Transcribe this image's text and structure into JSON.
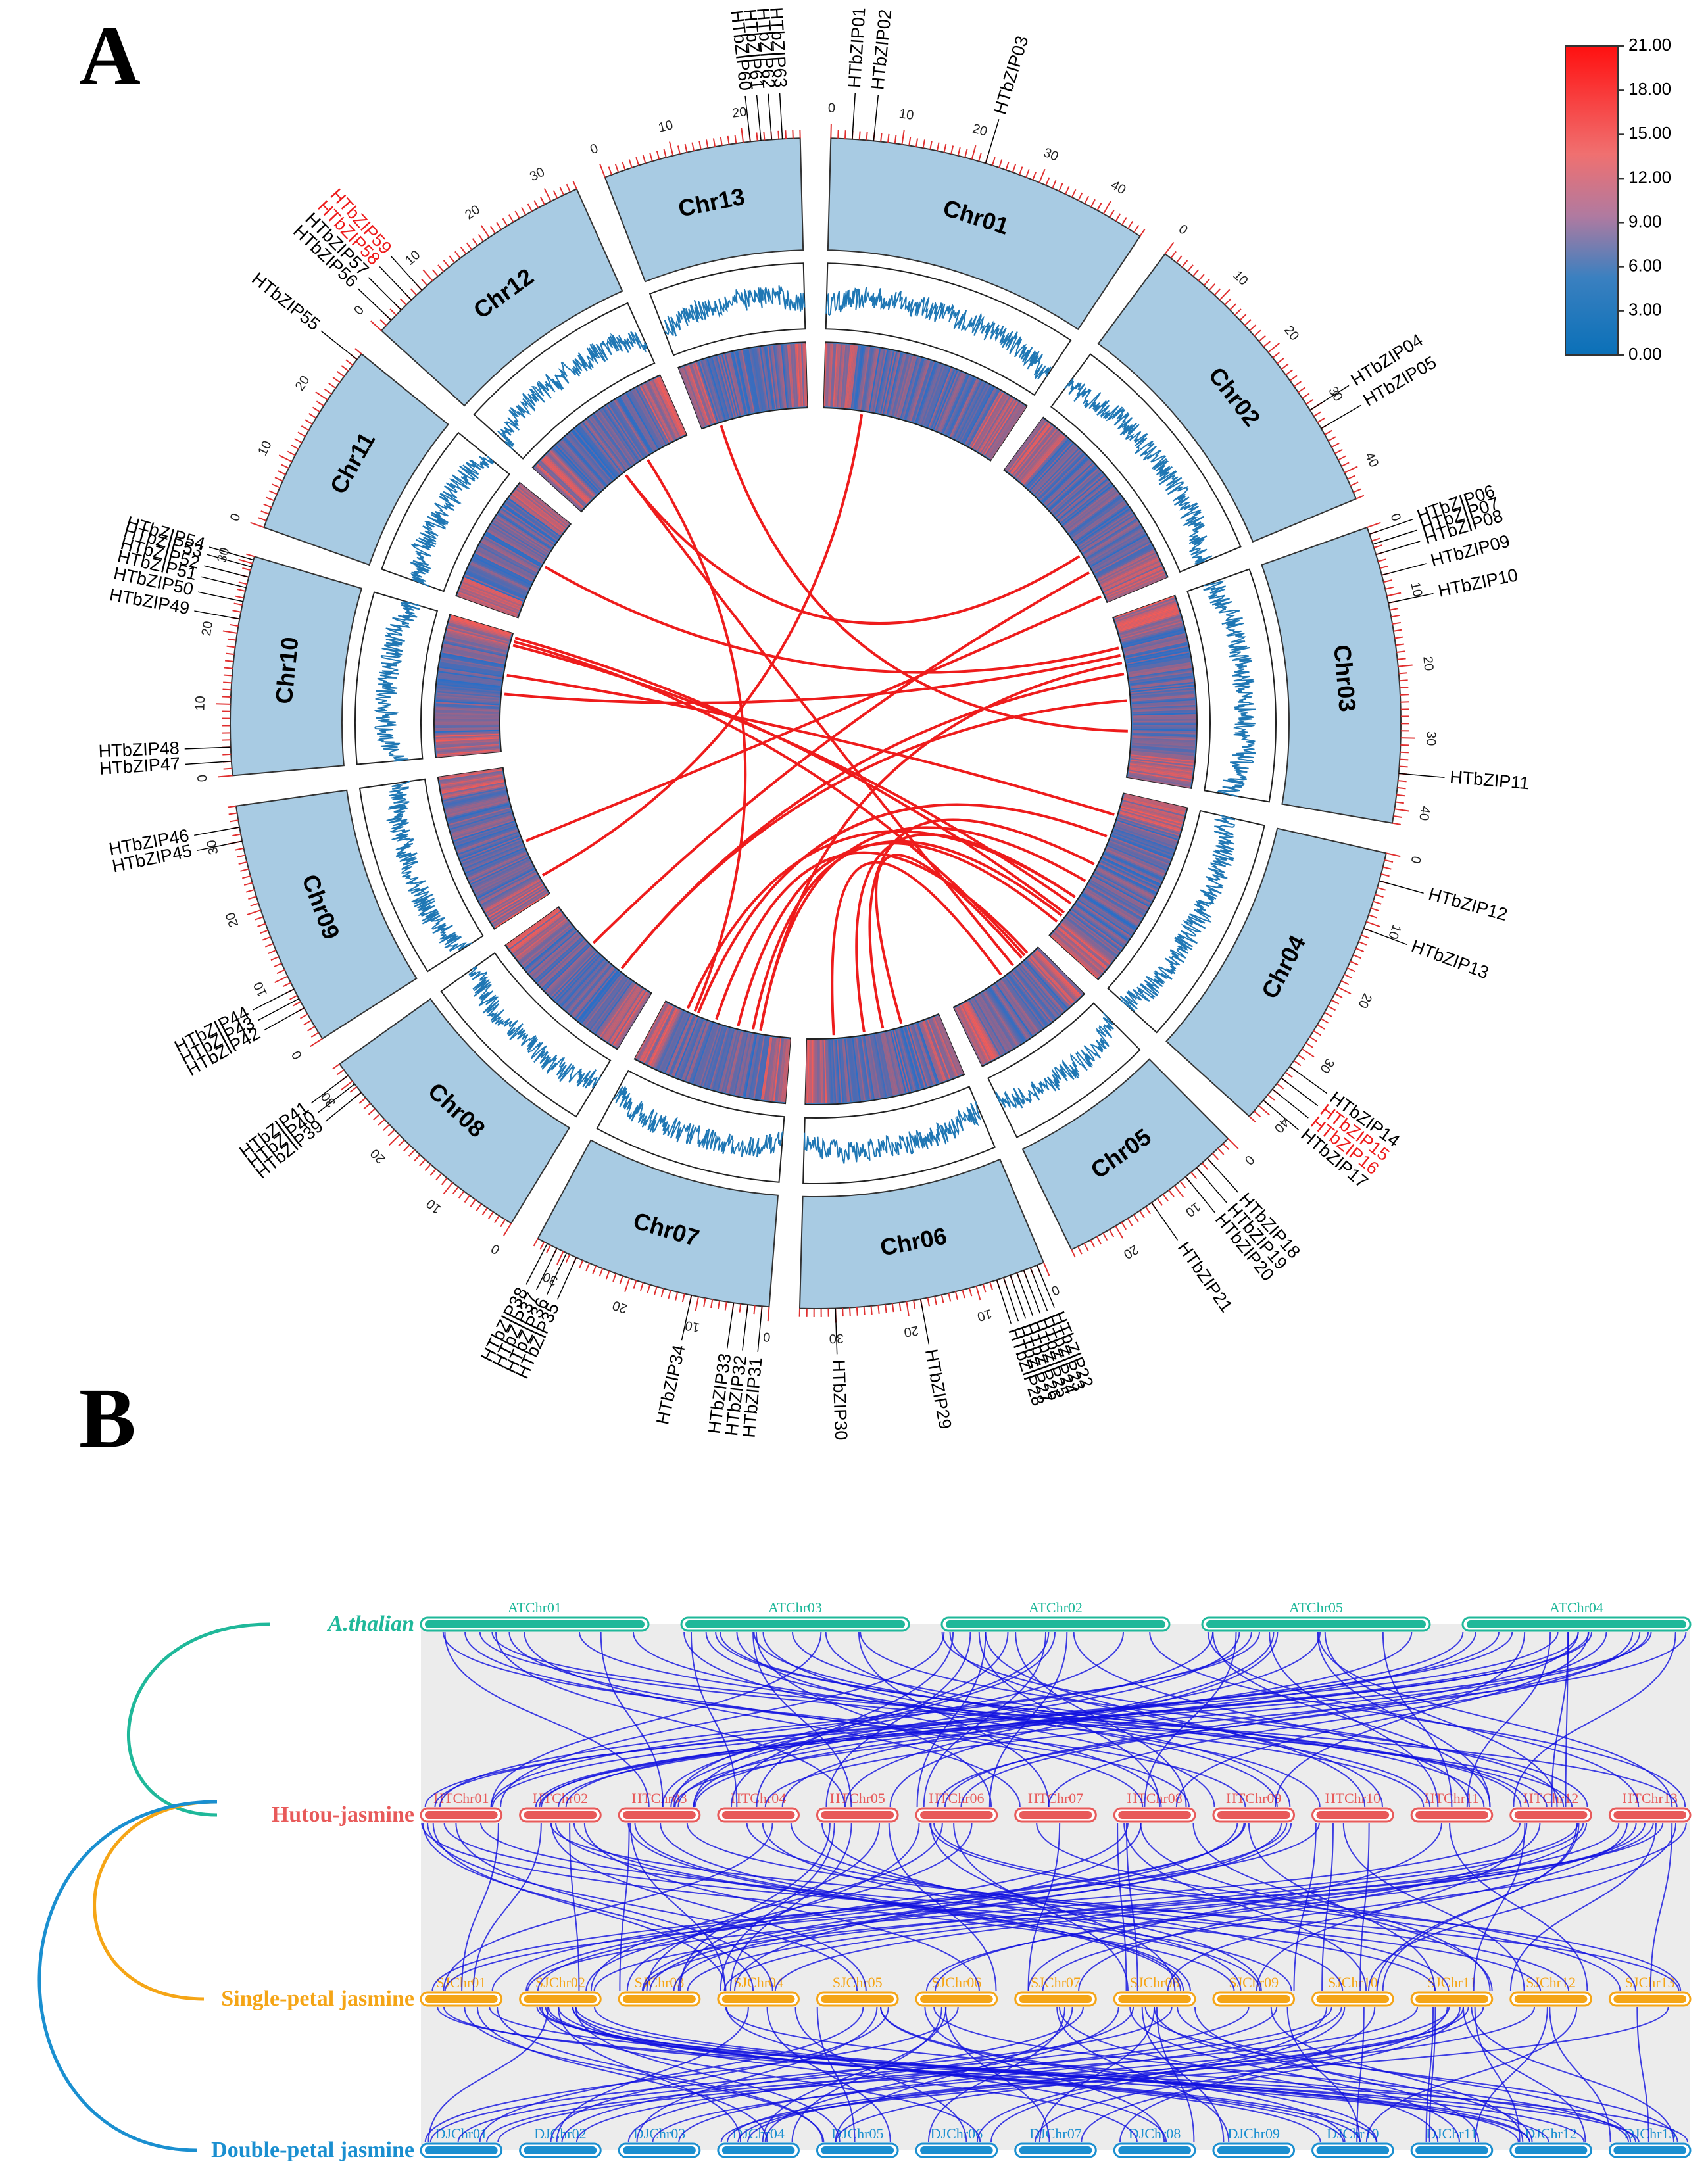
{
  "panels": {
    "a_label": "A",
    "b_label": "B"
  },
  "colors": {
    "chromosome_fill": "#a8cbe3",
    "chromosome_stroke": "#333333",
    "density_line": "#1f77b4",
    "link_red": "#ee1c1c",
    "tick_red": "#e03030",
    "synteny_blue": "#1010e0",
    "synteny_gray": "#d8d8d8",
    "at_color": "#1fb89a",
    "ht_color": "#e85a5a",
    "sj_color": "#f5a516",
    "dj_color": "#1a8fd0"
  },
  "legend": {
    "ticks": [
      "21.00",
      "18.00",
      "15.00",
      "12.00",
      "9.00",
      "6.00",
      "3.00",
      "0.00"
    ],
    "max": 21,
    "min": 0
  },
  "circos": {
    "chromosomes": [
      {
        "name": "Chr01",
        "length": 46,
        "ticks": [
          "0",
          "10",
          "20",
          "30",
          "40"
        ]
      },
      {
        "name": "Chr02",
        "length": 44,
        "ticks": [
          "0",
          "10",
          "20",
          "30",
          "40"
        ]
      },
      {
        "name": "Chr03",
        "length": 42,
        "ticks": [
          "0",
          "10",
          "20",
          "30",
          "40"
        ]
      },
      {
        "name": "Chr04",
        "length": 42,
        "ticks": [
          "0",
          "10",
          "20",
          "30",
          "40"
        ]
      },
      {
        "name": "Chr05",
        "length": 27,
        "ticks": [
          "0",
          "10",
          "20"
        ]
      },
      {
        "name": "Chr06",
        "length": 35,
        "ticks": [
          "0",
          "10",
          "20",
          "30"
        ]
      },
      {
        "name": "Chr07",
        "length": 34,
        "ticks": [
          "0",
          "10",
          "20",
          "30"
        ]
      },
      {
        "name": "Chr08",
        "length": 33,
        "ticks": [
          "0",
          "10",
          "20",
          "30"
        ]
      },
      {
        "name": "Chr09",
        "length": 35,
        "ticks": [
          "0",
          "10",
          "20",
          "30"
        ]
      },
      {
        "name": "Chr10",
        "length": 31,
        "ticks": [
          "0",
          "10",
          "20",
          "30"
        ]
      },
      {
        "name": "Chr11",
        "length": 28,
        "ticks": [
          "0",
          "10",
          "20"
        ]
      },
      {
        "name": "Chr12",
        "length": 34,
        "ticks": [
          "0",
          "10",
          "20",
          "30"
        ]
      },
      {
        "name": "Chr13",
        "length": 28,
        "ticks": [
          "0",
          "10",
          "20"
        ]
      }
    ],
    "genes": [
      {
        "id": "HTbZIP01",
        "chr": 0,
        "pos": 3,
        "highlight": false
      },
      {
        "id": "HTbZIP02",
        "chr": 0,
        "pos": 6,
        "highlight": false
      },
      {
        "id": "HTbZIP03",
        "chr": 0,
        "pos": 22,
        "highlight": false
      },
      {
        "id": "HTbZIP04",
        "chr": 1,
        "pos": 30,
        "highlight": false
      },
      {
        "id": "HTbZIP05",
        "chr": 1,
        "pos": 33,
        "highlight": false
      },
      {
        "id": "HTbZIP06",
        "chr": 2,
        "pos": 1,
        "highlight": false
      },
      {
        "id": "HTbZIP07",
        "chr": 2,
        "pos": 2.5,
        "highlight": false
      },
      {
        "id": "HTbZIP08",
        "chr": 2,
        "pos": 4,
        "highlight": false
      },
      {
        "id": "HTbZIP09",
        "chr": 2,
        "pos": 7,
        "highlight": false
      },
      {
        "id": "HTbZIP10",
        "chr": 2,
        "pos": 11,
        "highlight": false
      },
      {
        "id": "HTbZIP11",
        "chr": 2,
        "pos": 35,
        "highlight": false
      },
      {
        "id": "HTbZIP12",
        "chr": 3,
        "pos": 4,
        "highlight": false
      },
      {
        "id": "HTbZIP13",
        "chr": 3,
        "pos": 11,
        "highlight": false
      },
      {
        "id": "HTbZIP14",
        "chr": 3,
        "pos": 33,
        "highlight": false
      },
      {
        "id": "HTbZIP15",
        "chr": 3,
        "pos": 35,
        "highlight": true
      },
      {
        "id": "HTbZIP16",
        "chr": 3,
        "pos": 37,
        "highlight": true
      },
      {
        "id": "HTbZIP17",
        "chr": 3,
        "pos": 39,
        "highlight": false
      },
      {
        "id": "HTbZIP18",
        "chr": 4,
        "pos": 4,
        "highlight": false
      },
      {
        "id": "HTbZIP19",
        "chr": 4,
        "pos": 6,
        "highlight": false
      },
      {
        "id": "HTbZIP20",
        "chr": 4,
        "pos": 8,
        "highlight": false
      },
      {
        "id": "HTbZIP21",
        "chr": 4,
        "pos": 14,
        "highlight": false
      },
      {
        "id": "HTbZIP22",
        "chr": 5,
        "pos": 1,
        "highlight": false
      },
      {
        "id": "HTbZIP23",
        "chr": 5,
        "pos": 2,
        "highlight": false
      },
      {
        "id": "HTbZIP24",
        "chr": 5,
        "pos": 3,
        "highlight": false
      },
      {
        "id": "HTbZIP25",
        "chr": 5,
        "pos": 4,
        "highlight": false
      },
      {
        "id": "HTbZIP26",
        "chr": 5,
        "pos": 5,
        "highlight": false
      },
      {
        "id": "HTbZIP27",
        "chr": 5,
        "pos": 6,
        "highlight": false
      },
      {
        "id": "HTbZIP28",
        "chr": 5,
        "pos": 7,
        "highlight": false
      },
      {
        "id": "HTbZIP29",
        "chr": 5,
        "pos": 18,
        "highlight": false
      },
      {
        "id": "HTbZIP30",
        "chr": 5,
        "pos": 30,
        "highlight": false
      },
      {
        "id": "HTbZIP31",
        "chr": 6,
        "pos": 1,
        "highlight": false
      },
      {
        "id": "HTbZIP32",
        "chr": 6,
        "pos": 3,
        "highlight": false
      },
      {
        "id": "HTbZIP33",
        "chr": 6,
        "pos": 5,
        "highlight": false
      },
      {
        "id": "HTbZIP34",
        "chr": 6,
        "pos": 11,
        "highlight": false
      },
      {
        "id": "HTbZIP35",
        "chr": 6,
        "pos": 28,
        "highlight": false
      },
      {
        "id": "HTbZIP36",
        "chr": 6,
        "pos": 29.5,
        "highlight": false
      },
      {
        "id": "HTbZIP37",
        "chr": 6,
        "pos": 31,
        "highlight": false
      },
      {
        "id": "HTbZIP38",
        "chr": 6,
        "pos": 32.5,
        "highlight": false
      },
      {
        "id": "HTbZIP39",
        "chr": 7,
        "pos": 28,
        "highlight": false
      },
      {
        "id": "HTbZIP40",
        "chr": 7,
        "pos": 29.5,
        "highlight": false
      },
      {
        "id": "HTbZIP41",
        "chr": 7,
        "pos": 31,
        "highlight": false
      },
      {
        "id": "HTbZIP42",
        "chr": 8,
        "pos": 5,
        "highlight": false
      },
      {
        "id": "HTbZIP43",
        "chr": 8,
        "pos": 6.5,
        "highlight": false
      },
      {
        "id": "HTbZIP44",
        "chr": 8,
        "pos": 8,
        "highlight": false
      },
      {
        "id": "HTbZIP45",
        "chr": 8,
        "pos": 30,
        "highlight": false
      },
      {
        "id": "HTbZIP46",
        "chr": 8,
        "pos": 32,
        "highlight": false
      },
      {
        "id": "HTbZIP47",
        "chr": 9,
        "pos": 2,
        "highlight": false
      },
      {
        "id": "HTbZIP48",
        "chr": 9,
        "pos": 4,
        "highlight": false
      },
      {
        "id": "HTbZIP49",
        "chr": 9,
        "pos": 22,
        "highlight": false
      },
      {
        "id": "HTbZIP50",
        "chr": 9,
        "pos": 24.5,
        "highlight": false
      },
      {
        "id": "HTbZIP51",
        "chr": 9,
        "pos": 26.5,
        "highlight": false
      },
      {
        "id": "HTbZIP52",
        "chr": 9,
        "pos": 28,
        "highlight": false
      },
      {
        "id": "HTbZIP53",
        "chr": 9,
        "pos": 29.5,
        "highlight": false
      },
      {
        "id": "HTbZIP54",
        "chr": 9,
        "pos": 30.5,
        "highlight": false
      },
      {
        "id": "HTbZIP55",
        "chr": 10,
        "pos": 27,
        "highlight": false
      },
      {
        "id": "HTbZIP56",
        "chr": 11,
        "pos": 2,
        "highlight": false
      },
      {
        "id": "HTbZIP57",
        "chr": 11,
        "pos": 4,
        "highlight": false
      },
      {
        "id": "HTbZIP58",
        "chr": 11,
        "pos": 6,
        "highlight": true
      },
      {
        "id": "HTbZIP59",
        "chr": 11,
        "pos": 8,
        "highlight": true
      },
      {
        "id": "HTbZIP60",
        "chr": 12,
        "pos": 21,
        "highlight": false
      },
      {
        "id": "HTbZIP61",
        "chr": 12,
        "pos": 22.5,
        "highlight": false
      },
      {
        "id": "HTbZIP62",
        "chr": 12,
        "pos": 24,
        "highlight": false
      },
      {
        "id": "HTbZIP63",
        "chr": 12,
        "pos": 25.5,
        "highlight": false
      }
    ],
    "links": [
      [
        0,
        10,
        8,
        5
      ],
      [
        1,
        30,
        11,
        15
      ],
      [
        1,
        35,
        7,
        20
      ],
      [
        2,
        8,
        10,
        15
      ],
      [
        2,
        10,
        9,
        15
      ],
      [
        2,
        12,
        6,
        8
      ],
      [
        2,
        15,
        7,
        10
      ],
      [
        3,
        6,
        9,
        20
      ],
      [
        3,
        12,
        6,
        25
      ],
      [
        3,
        30,
        5,
        20
      ],
      [
        3,
        36,
        6,
        10
      ],
      [
        3,
        38,
        6,
        14
      ],
      [
        4,
        3,
        6,
        20
      ],
      [
        4,
        5,
        5,
        10
      ],
      [
        9,
        28,
        3,
        32
      ],
      [
        9,
        29,
        4,
        4
      ],
      [
        9,
        30,
        3,
        35
      ],
      [
        11,
        15,
        4,
        8
      ],
      [
        11,
        22,
        6,
        26
      ],
      [
        12,
        5,
        2,
        30
      ],
      [
        8,
        15,
        1,
        42
      ],
      [
        7,
        10,
        2,
        22
      ],
      [
        5,
        15,
        3,
        20
      ],
      [
        6,
        8,
        3,
        25
      ],
      [
        6,
        28,
        3,
        30
      ],
      [
        5,
        28,
        4,
        12
      ]
    ]
  },
  "synteny": {
    "species": [
      {
        "name": "A.thalian",
        "italic": true,
        "chrs": [
          "ATChr01",
          "ATChr03",
          "ATChr02",
          "ATChr05",
          "ATChr04"
        ]
      },
      {
        "name": "Hutou-jasmine",
        "italic": false,
        "chrs": [
          "HTChr01",
          "HTChr02",
          "HTChr03",
          "HTChr04",
          "HTChr05",
          "HTChr06",
          "HTChr07",
          "HTChr08",
          "HTChr09",
          "HTChr10",
          "HTChr11",
          "HTChr12",
          "HTChr13"
        ]
      },
      {
        "name": "Single-petal jasmine",
        "italic": false,
        "chrs": [
          "SJChr01",
          "SJChr02",
          "SJChr03",
          "SJChr04",
          "SJChr05",
          "SJChr06",
          "SJChr07",
          "SJChr08",
          "SJChr09",
          "SJChr10",
          "SJChr11",
          "SJChr12",
          "SJChr13"
        ]
      },
      {
        "name": "Double-petal jasmine",
        "italic": false,
        "chrs": [
          "DJChr01",
          "DJChr02",
          "DJChr03",
          "DJChr04",
          "DJChr05",
          "DJChr06",
          "DJChr07",
          "DJChr08",
          "DJChr09",
          "DJChr10",
          "DJChr11",
          "DJChr12",
          "DJChr13"
        ]
      }
    ]
  }
}
